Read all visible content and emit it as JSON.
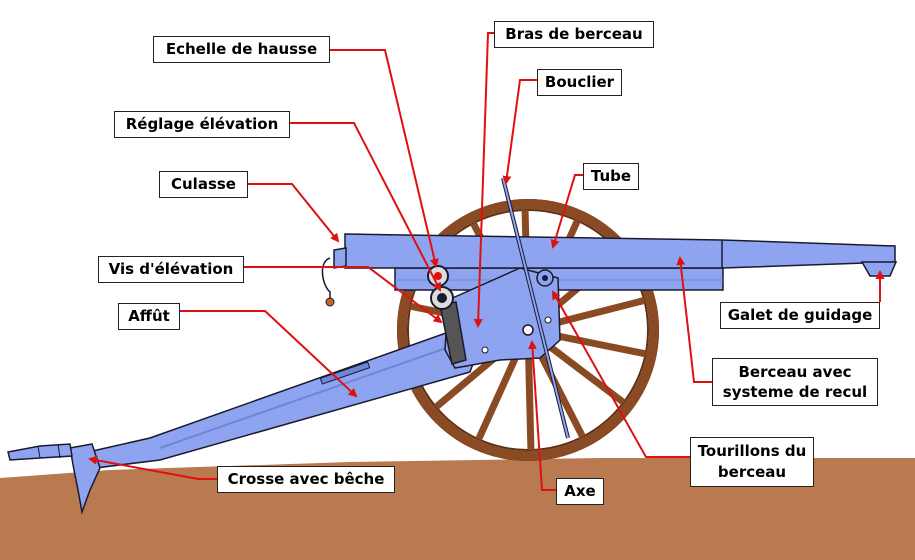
{
  "colors": {
    "ground": "#b87a4e",
    "metal": "#8fa4f0",
    "metal_dark": "#6f86d6",
    "wood": "#8a4b24",
    "wood_dark": "#5e2f12",
    "arrow": "#e01010",
    "outline": "#1a1a2e"
  },
  "labels": {
    "echelle_hausse": "Echelle de hausse",
    "bras_berceau": "Bras de berceau",
    "bouclier": "Bouclier",
    "reglage_elevation": "Réglage élévation",
    "culasse": "Culasse",
    "tube": "Tube",
    "vis_elevation": "Vis d'élévation",
    "affut": "Affût",
    "galet_guidage": "Galet de guidage",
    "berceau_recul": "Berceau avec systeme de recul",
    "tourillons_berceau": "Tourillons du berceau",
    "crosse_beche": "Crosse avec bêche",
    "axe": "Axe"
  }
}
